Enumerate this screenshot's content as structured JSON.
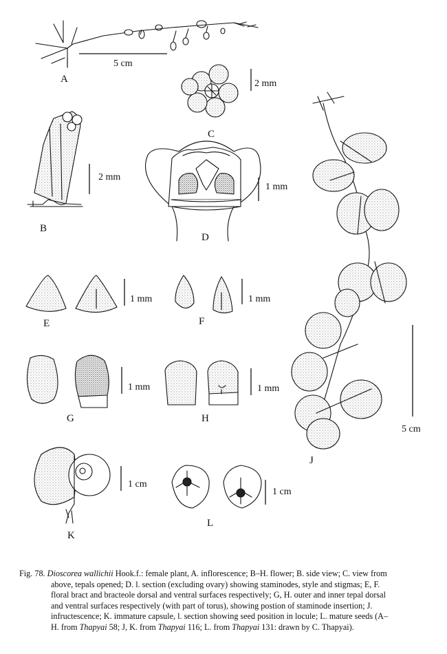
{
  "labels": {
    "A": "A",
    "B": "B",
    "C": "C",
    "D": "D",
    "E": "E",
    "F": "F",
    "G": "G",
    "H": "H",
    "J": "J",
    "K": "K",
    "L": "L"
  },
  "scales": {
    "A": "5 cm",
    "B": "2 mm",
    "C": "2 mm",
    "D": "1 mm",
    "E": "1 mm",
    "F": "1 mm",
    "G": "1 mm",
    "H": "1 mm",
    "J": "5 cm",
    "K": "1 cm",
    "L": "1 cm"
  },
  "caption": {
    "fig_number": "Fig. 78.",
    "species": "Dioscorea wallichii",
    "authority": " Hook.f.: female plant, A. inflorescence; B–H. flower; B. side view; C. view from",
    "line2": "above, tepals opened; D. l. section (excluding ovary) showing staminodes, style and stigmas; E, F.",
    "line3": "floral bract and bracteole dorsal and ventral surfaces respectively; G, H. outer and inner tepal dorsal",
    "line4": "and ventral surfaces respectively (with part of torus), showing postion of staminode insertion; J.",
    "line5": "infructescence; K. immature capsule, l. section showing seed position in locule; L. mature seeds (A–",
    "line6_a": "H. from ",
    "collector1": "Thapyai",
    "line6_b": " 58; J, K. from ",
    "collector2": "Thapyai",
    "line6_c": " 116; L. from ",
    "collector3": "Thapyai",
    "line6_d": " 131: drawn by C. Thapyai)."
  }
}
